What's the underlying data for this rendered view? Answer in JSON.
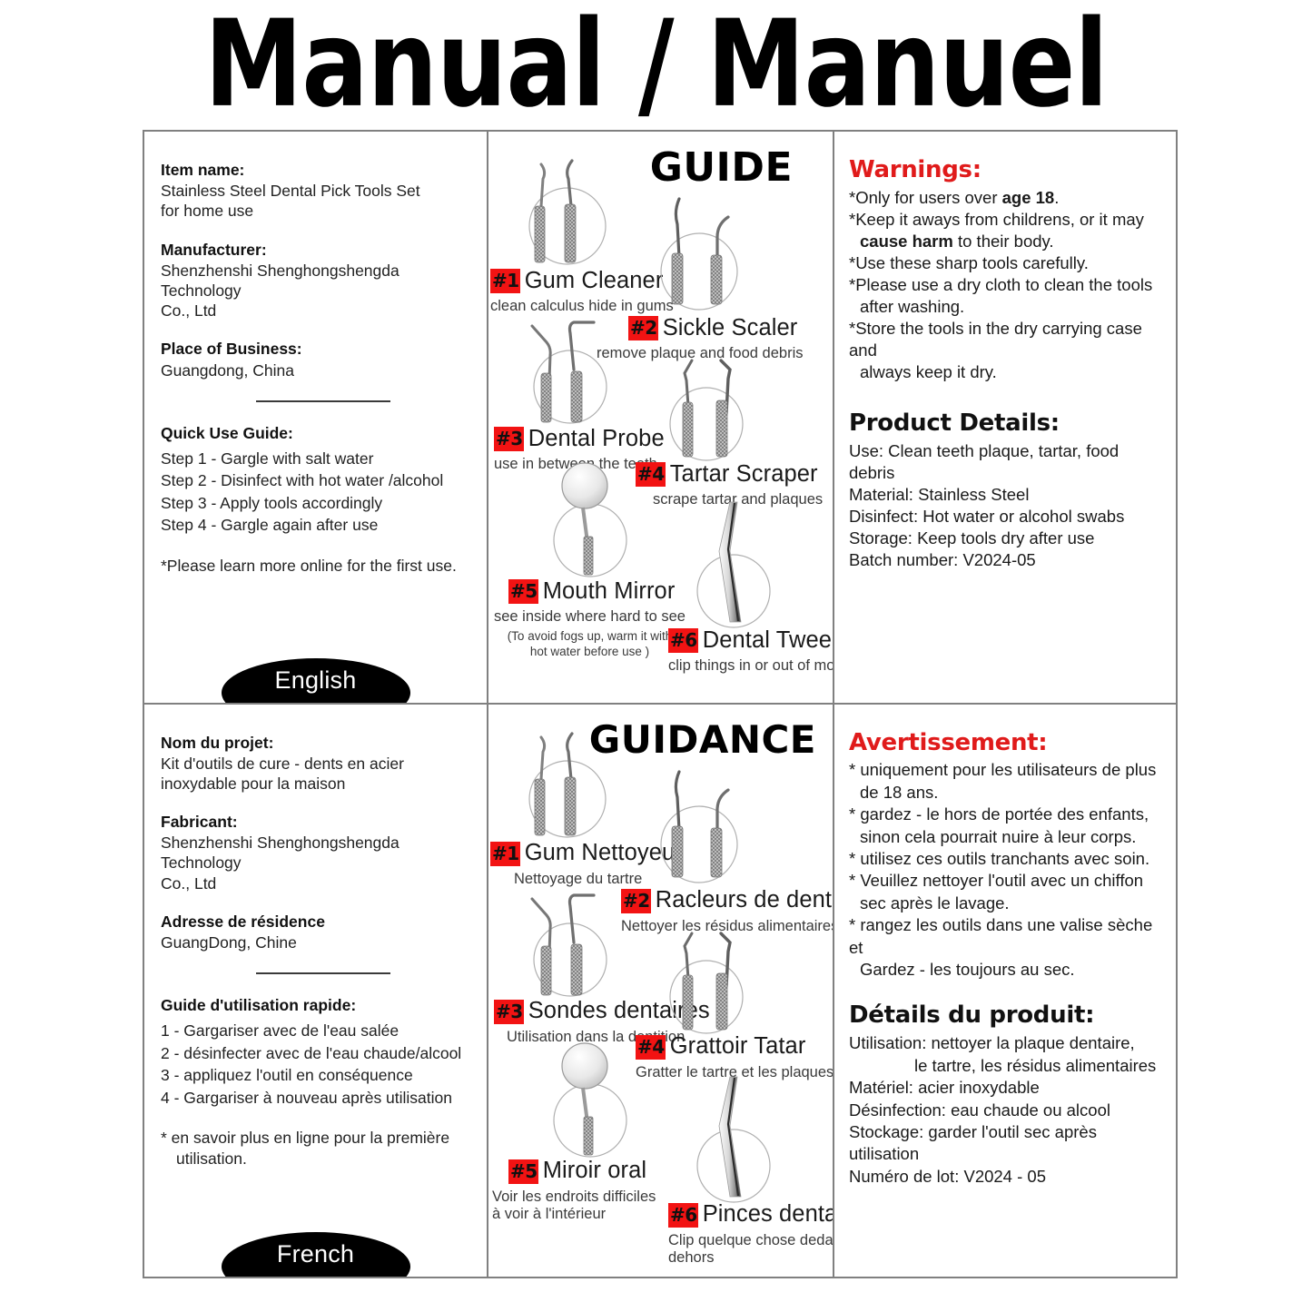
{
  "title": "Manual / Manuel",
  "colors": {
    "accent_red": "#f21313",
    "warning_red": "#e01b1b",
    "border_gray": "#808080"
  },
  "english": {
    "lang_badge": "English",
    "item_name_label": "Item name:",
    "item_name_l1": "Stainless Steel Dental Pick Tools Set",
    "item_name_l2": "for home use",
    "manufacturer_label": "Manufacturer:",
    "manufacturer_l1": "Shenzhenshi Shenghongshengda Technology",
    "manufacturer_l2": "Co., Ltd",
    "place_label": "Place of Business:",
    "place_value": "Guangdong, China",
    "quick_guide_label": "Quick Use Guide:",
    "steps": [
      "Step 1 - Gargle with salt water",
      "Step 2 - Disinfect with hot water /alcohol",
      "Step 3 - Apply tools accordingly",
      "Step 4 - Gargle again after use"
    ],
    "note": "*Please learn more online for the first use.",
    "guide_title": "GUIDE",
    "tools": [
      {
        "num": "#1",
        "name": "Gum Cleaner",
        "desc": "clean calculus hide in gums",
        "icon": "dental-pick-pair-icon"
      },
      {
        "num": "#2",
        "name": "Sickle Scaler",
        "desc": "remove plaque and food debris",
        "icon": "sickle-scaler-pair-icon"
      },
      {
        "num": "#3",
        "name": "Dental Probe",
        "desc": "use in between the teeth",
        "icon": "dental-probe-pair-icon"
      },
      {
        "num": "#4",
        "name": "Tartar Scraper",
        "desc": "scrape tartar and plaques",
        "icon": "tartar-scraper-pair-icon"
      },
      {
        "num": "#5",
        "name": "Mouth Mirror",
        "desc": "see inside where hard to see",
        "sub_l1": "(To avoid fogs up, warm it with",
        "sub_l2": "hot water before use )",
        "icon": "mouth-mirror-icon"
      },
      {
        "num": "#6",
        "name": "Dental Tweezer",
        "desc": "clip things in or out of mouth",
        "icon": "dental-tweezer-icon"
      }
    ],
    "warnings_title": "Warnings:",
    "warnings": [
      {
        "text_a": "*Only for users over ",
        "bold": "age 18",
        "text_b": "."
      },
      {
        "text_a": "*Keep it aways from childrens, or it may"
      },
      {
        "indent": true,
        "bold": "cause harm",
        "text_b": " to their body."
      },
      {
        "text_a": "*Use these sharp tools carefully."
      },
      {
        "text_a": "*Please use a dry cloth to clean the tools"
      },
      {
        "indent": true,
        "text_a": "after washing."
      },
      {
        "text_a": "*Store the tools in the dry carrying case and"
      },
      {
        "indent": true,
        "text_a": "always keep it dry."
      }
    ],
    "details_title": "Product Details:",
    "details": [
      "Use: Clean teeth plaque, tartar, food debris",
      "Material: Stainless Steel",
      "Disinfect: Hot water or alcohol swabs",
      "Storage: Keep tools dry after use",
      "Batch number: V2024-05"
    ]
  },
  "french": {
    "lang_badge": "French",
    "item_name_label": "Nom du projet:",
    "item_name_l1": "Kit d'outils de cure - dents en acier",
    "item_name_l2": "inoxydable pour la maison",
    "manufacturer_label": "Fabricant:",
    "manufacturer_l1": "Shenzhenshi Shenghongshengda Technology",
    "manufacturer_l2": "Co., Ltd",
    "place_label": "Adresse de résidence",
    "place_value": "GuangDong, Chine",
    "quick_guide_label": "Guide d'utilisation rapide:",
    "steps": [
      "1 - Gargariser avec de l'eau salée",
      "2 - désinfecter avec de l'eau chaude/alcool",
      "3 - appliquez l'outil en conséquence",
      "4 - Gargariser à nouveau après utilisation"
    ],
    "note_l1": "* en savoir plus en ligne pour la première",
    "note_l2": "utilisation.",
    "guide_title": "GUIDANCE",
    "tools": [
      {
        "num": "#1",
        "name": "Gum Nettoyeur",
        "desc": "Nettoyage du tartre",
        "icon": "dental-pick-pair-icon"
      },
      {
        "num": "#2",
        "name": "Racleurs de dents",
        "desc": "Nettoyer les résidus alimentaires",
        "icon": "sickle-scaler-pair-icon"
      },
      {
        "num": "#3",
        "name": "Sondes dentaires",
        "desc": "Utilisation dans la dentition",
        "icon": "dental-probe-pair-icon"
      },
      {
        "num": "#4",
        "name": "Grattoir Tatar",
        "desc": "Gratter le tartre et les plaques",
        "icon": "tartar-scraper-pair-icon"
      },
      {
        "num": "#5",
        "name": "Miroir oral",
        "desc_l1": "Voir les endroits difficiles",
        "desc_l2": "à voir à l'intérieur",
        "icon": "mouth-mirror-icon"
      },
      {
        "num": "#6",
        "name": "Pinces dentaires",
        "desc_l1": "Clip quelque chose dedans ou",
        "desc_l2": "dehors",
        "icon": "dental-tweezer-icon"
      }
    ],
    "warnings_title": "Avertissement:",
    "warnings": [
      "* uniquement pour les utilisateurs de plus",
      "de 18 ans.",
      "* gardez - le hors de portée des enfants,",
      "sinon cela pourrait nuire à leur corps.",
      "* utilisez ces outils tranchants avec soin.",
      "* Veuillez nettoyer l'outil avec un chiffon",
      "sec après le lavage.",
      "* rangez les outils dans une valise sèche et",
      "Gardez - les toujours au sec."
    ],
    "details_title": "Détails du produit:",
    "details": [
      "Utilisation: nettoyer la plaque dentaire,",
      "le tartre, les résidus alimentaires",
      "Matériel: acier inoxydable",
      "Désinfection: eau chaude ou alcool",
      "Stockage: garder l'outil sec après utilisation",
      "Numéro de lot: V2024 - 05"
    ]
  }
}
